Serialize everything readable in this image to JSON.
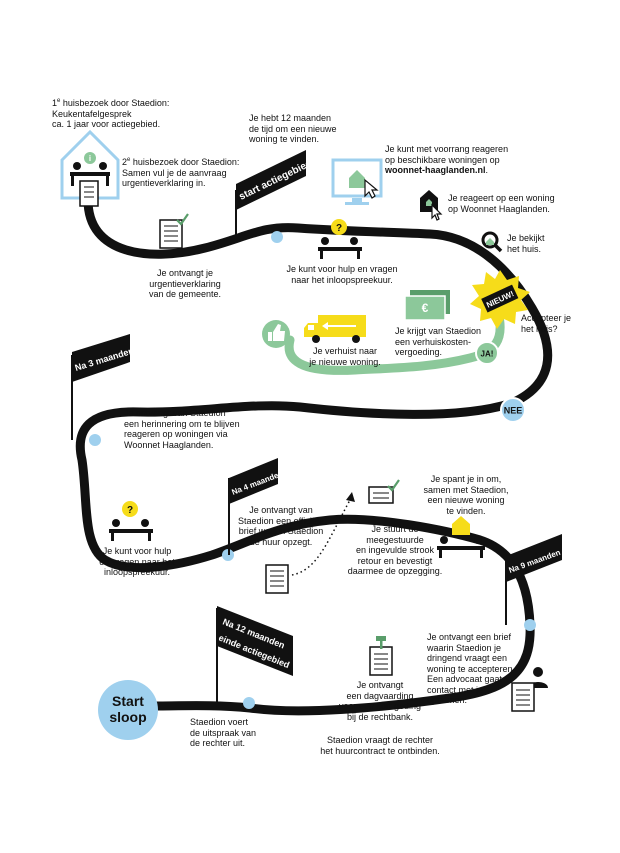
{
  "flags": {
    "start": "start actiegebied",
    "m3": "Na 3 maanden",
    "m4": "Na 4 maanden",
    "m9": "Na 9 maanden",
    "m12_line1": "Na 12 maanden",
    "m12_line2": "einde actiegebied"
  },
  "badges": {
    "nieuw": "NIEUW!",
    "ja": "JA!",
    "nee": "NEE",
    "start_sloop_line1": "Start",
    "start_sloop_line2": "sloop"
  },
  "steps": {
    "visit1": {
      "ord": "1",
      "sup": "e",
      "l1": " huisbezoek door Staedion:",
      "l2": "Keukentafelgesprek",
      "l3": "ca. 1 jaar voor actiegebied."
    },
    "visit2": {
      "ord": "2",
      "sup": "e",
      "l1": " huisbezoek door Staedion:",
      "l2": "Samen vul je de aanvraag",
      "l3": "urgentieverklaring in."
    },
    "twelve_months": {
      "l1": "Je hebt 12 maanden",
      "l2": "de tijd om een nieuwe",
      "l3": "woning te vinden."
    },
    "priority": {
      "l1": "Je kunt met voorrang reageren",
      "l2": "op beschikbare woningen op",
      "l3": "woonnet-haaglanden.nl",
      "l3_end": "."
    },
    "react": {
      "l1": "Je reageert op een woning",
      "l2": "op Woonnet Haaglanden."
    },
    "view": {
      "l1": "Je bekijkt",
      "l2": "het huis."
    },
    "accept": {
      "l1": "Accepteer je",
      "l2": "het huis?"
    },
    "urgency": {
      "l1": "Je ontvangt je",
      "l2": "urgentieverklaring",
      "l3": "van de gemeente."
    },
    "help1": {
      "l1": "Je kunt voor hulp en vragen",
      "l2": "naar het inloopspreekuur."
    },
    "allowance": {
      "l1": "Je krijgt van Staedion",
      "l2": "een verhuiskosten-",
      "l3": "vergoeding."
    },
    "move": {
      "l1": "Je verhuist naar",
      "l2": "je nieuwe woning."
    },
    "reminder": {
      "l1": "Je ontvangt van Staedion",
      "l2": "een herinnering om te blijven",
      "l3": "reageren op woningen via",
      "l4": "Woonnet Haaglanden."
    },
    "help2": {
      "l1": "Je kunt voor hulp",
      "l2": "en vragen naar het",
      "l3": "inloopspreekuur."
    },
    "letter": {
      "l1": "Je ontvangt van",
      "l2": "Staedion een officiële",
      "l3": "brief waarin Staedion",
      "l4": "de huur opzegt."
    },
    "returnslip": {
      "l1": "Je stuurt de",
      "l2": "meegestuurde",
      "l3": "en ingevulde strook",
      "l4": "retour en bevestigt",
      "l5": "daarmee de opzegging."
    },
    "together": {
      "l1": "Je spant je in om,",
      "l2": "samen met Staedion,",
      "l3": "een nieuwe woning",
      "l4": "te vinden."
    },
    "urgent_letter": {
      "l1": "Je ontvangt een brief",
      "l2": "waarin Staedion je",
      "l3": "dringend vraagt een",
      "l4": "woning te accepteren.",
      "l5": "Een advocaat gaat",
      "l6": "contact met je",
      "l7": "opnemen."
    },
    "summons": {
      "l1": "Je ontvangt",
      "l2": "een dagvaarding",
      "l3": "voor een kort geding",
      "l4": "bij de rechtbank."
    },
    "execute": {
      "l1": "Staedion voert",
      "l2": "de uitspraak van",
      "l3": "de rechter uit."
    },
    "dissolve": {
      "l1": "Staedion vraagt de rechter",
      "l2": "het huurcontract te ontbinden."
    }
  },
  "colors": {
    "road": "#111111",
    "green": "#8cc89a",
    "blue": "#9fd0ee",
    "yellow": "#f6dc1a",
    "dark_green": "#5a9e6b"
  }
}
